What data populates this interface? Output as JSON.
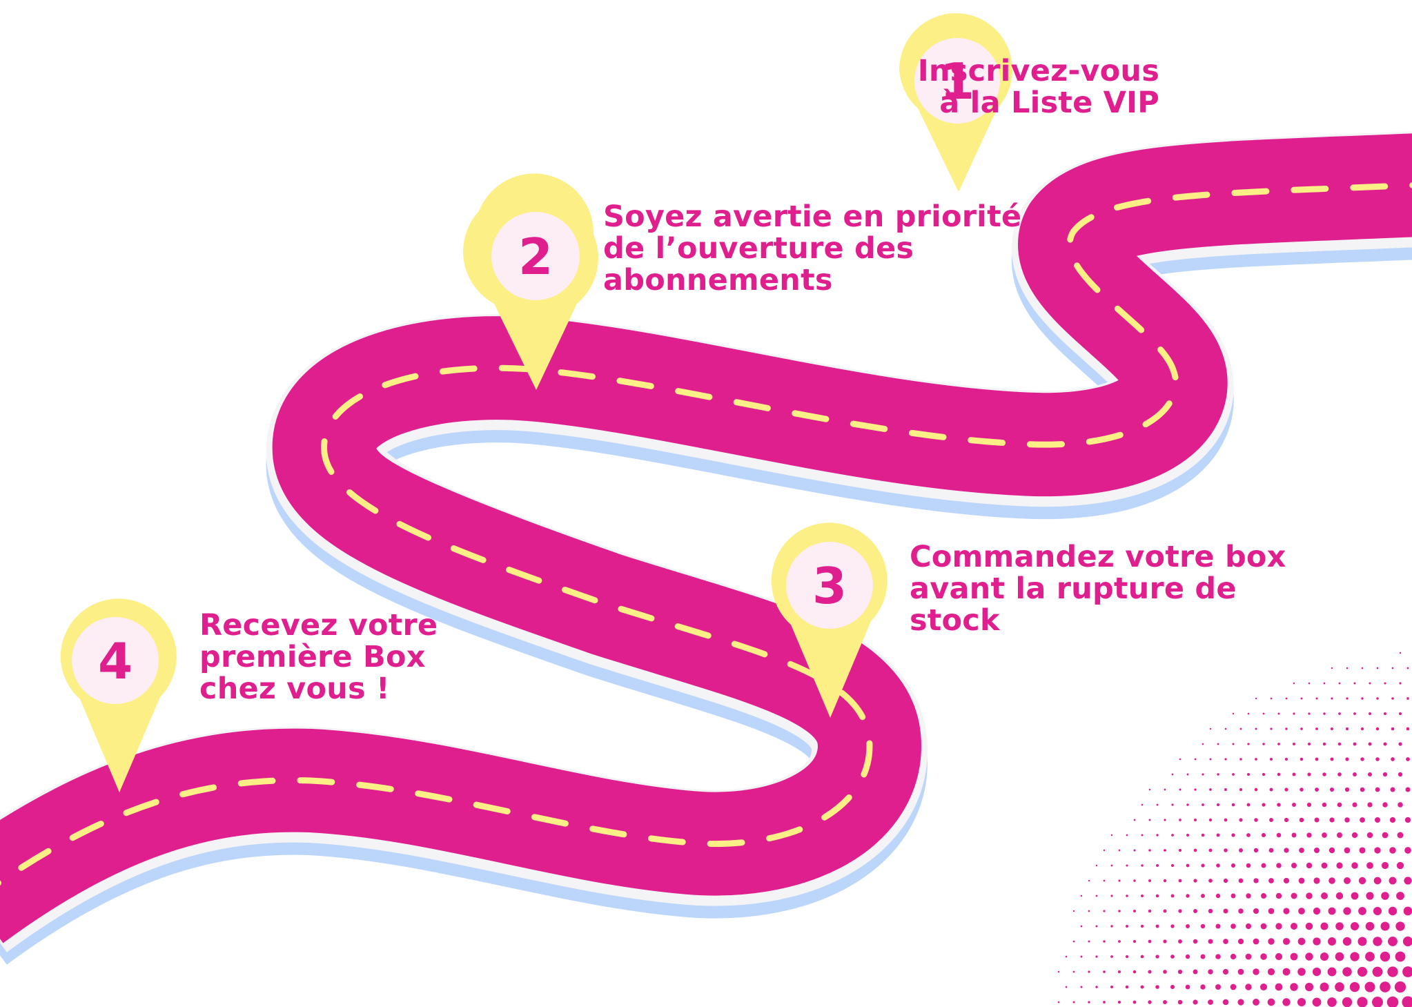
{
  "colors": {
    "road": "#e01f8f",
    "road_edge": "#f4f4f6",
    "road_shadow": "#bcd6fb",
    "dash": "#fbef85",
    "pin": "#fbef85",
    "pin_inner": "#fdeef6",
    "text": "#e01f8f",
    "dots": "#e01f8f"
  },
  "icons": {
    "pin": "map-pin-icon",
    "halftone": "halftone-dots"
  },
  "steps": [
    {
      "number": "1",
      "lines": [
        "Inscrivez-vous",
        "à la Liste VIP"
      ]
    },
    {
      "number": "2",
      "lines": [
        "Soyez avertie en priorité",
        "de l’ouverture des",
        "abonnements"
      ]
    },
    {
      "number": "3",
      "lines": [
        "Commandez votre box",
        "avant la rupture de",
        "stock"
      ]
    },
    {
      "number": "4",
      "lines": [
        "Recevez votre",
        "première Box",
        "chez vous !"
      ]
    }
  ]
}
